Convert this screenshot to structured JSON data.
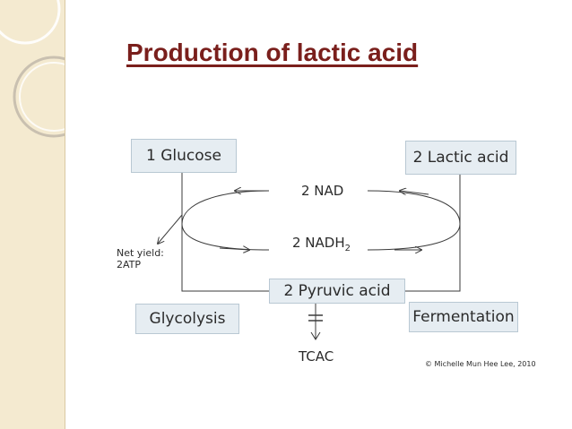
{
  "slide": {
    "title": "Production of lactic acid"
  },
  "diagram": {
    "glucose": "1 Glucose",
    "lactic_acid": "2 Lactic acid",
    "nad": "2 NAD",
    "nadh": "2 NADH",
    "nadh_subscript": "2",
    "net_yield_line1": "Net yield:",
    "net_yield_line2": "2ATP",
    "pyruvic_acid": "2 Pyruvic acid",
    "glycolysis": "Glycolysis",
    "fermentation": "Fermentation",
    "tcac": "TCAC",
    "copyright": "© Michelle Mun Hee Lee, 2010"
  },
  "colors": {
    "title": "#7a1f1c",
    "sidebar": "#f4ead0",
    "box_fill": "#e6edf2",
    "line": "#3a3a3a"
  }
}
